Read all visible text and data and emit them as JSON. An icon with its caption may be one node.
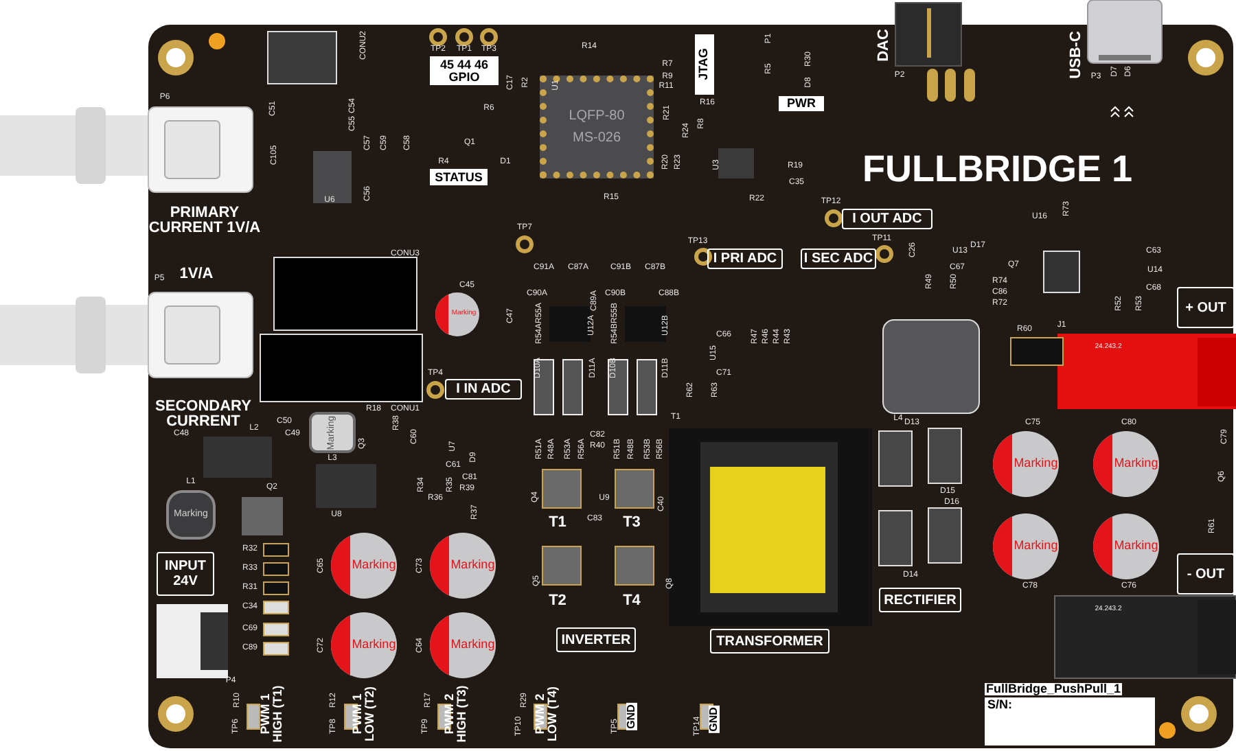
{
  "diagram": {
    "title": "FULLBRIDGE 1",
    "nodes": [
      {
        "text": [
          "45 44 46",
          "GPIO"
        ]
      },
      {
        "text": [
          "STATUS"
        ]
      },
      {
        "text": [
          "JTAG"
        ]
      },
      {
        "text": [
          "PWR"
        ]
      },
      {
        "text": [
          "LQFP-80 MS-026"
        ]
      },
      {
        "text": [
          "I OUT ADC"
        ]
      },
      {
        "text": [
          "I PRI ADC"
        ]
      },
      {
        "text": [
          "I SEC ADC"
        ]
      },
      {
        "text": [
          "I IN ADC"
        ]
      },
      {
        "text": [
          "+ OUT"
        ]
      },
      {
        "text": [
          "- OUT"
        ]
      },
      {
        "text": [
          "INPUT 24V"
        ]
      },
      {
        "text": [
          "INVERTER"
        ]
      },
      {
        "text": [
          "TRANSFORMER"
        ]
      },
      {
        "text": [
          "RECTIFIER"
        ]
      },
      {
        "text": [
          "S/N:"
        ]
      },
      {
        "text": [
          "Marking"
        ]
      },
      {
        "text": [
          "Marking"
        ]
      },
      {
        "text": [
          "Marking"
        ]
      },
      {
        "text": [
          "Marking"
        ]
      },
      {
        "text": [
          "Marking"
        ]
      },
      {
        "text": [
          "Marking"
        ]
      },
      {
        "text": [
          "Marking"
        ]
      },
      {
        "text": [
          "Marking"
        ]
      },
      {
        "text": [
          "Marking"
        ]
      },
      {
        "text": [
          "Marking"
        ]
      },
      {
        "text": [
          "Marking"
        ]
      },
      {
        "text": [],
        "shape": "box"
      },
      {
        "text": [],
        "shape": "box"
      }
    ],
    "labels": [
      "CONU2",
      "TP2",
      "TP1",
      "TP3",
      "P6",
      "C51",
      "C54",
      "C55",
      "C105",
      "U6",
      "C57",
      "C59",
      "C58",
      "C56",
      "C17",
      "R2",
      "R6",
      "Q1",
      "R4",
      "D1",
      "R14",
      "U1",
      "R7",
      "R9",
      "R11",
      "R16",
      "R21",
      "R24",
      "R8",
      "R20",
      "R23",
      "R15",
      "TP7",
      "TP13",
      "CONU3",
      "C91A",
      "C87A",
      "C91B",
      "C87B",
      "P1",
      "R5",
      "R30",
      "D8",
      "P2",
      "P3",
      "D7",
      "D6",
      "U3",
      "R19",
      "C35",
      "R22",
      "TP12",
      "TP11",
      "C26",
      "U13",
      "C67",
      "R49",
      "R50",
      "D17",
      "R74",
      "C86",
      "R72",
      "Q7",
      "U16",
      "R73",
      "C63",
      "U14",
      "C68",
      "R52",
      "R53",
      "P5",
      "C45",
      "C47",
      "C90A",
      "C89A",
      "C90B",
      "C88B",
      "R54A",
      "R55A",
      "U12A",
      "R54B",
      "R55B",
      "U12B",
      "D10A",
      "D11A",
      "D10B",
      "D11B",
      "TP4",
      "CONU1",
      "C50",
      "C48",
      "L2",
      "C49",
      "L3",
      "R18",
      "R38",
      "Q3",
      "C60",
      "U7",
      "D9",
      "C61",
      "C81",
      "R39",
      "R34",
      "R35",
      "R36",
      "R37",
      "R51A",
      "R48A",
      "R53A",
      "R56A",
      "C82",
      "R40",
      "R51B",
      "R48B",
      "R53B",
      "R56B",
      "T1",
      "U8",
      "U9",
      "Q4",
      "C40",
      "L1",
      "Q2",
      "C83",
      "C66",
      "U15",
      "C71",
      "R62",
      "R63",
      "R47",
      "R46",
      "R44",
      "R43",
      "R60",
      "J1",
      "L4",
      "C75",
      "C80",
      "C79",
      "D13",
      "D15",
      "D16",
      "Q6",
      "R61",
      "R32",
      "R33",
      "R31",
      "C34",
      "C69",
      "C89",
      "C65",
      "C73",
      "C72",
      "C64",
      "Q5",
      "Q8",
      "P4",
      "R10",
      "TP6",
      "R12",
      "TP8",
      "R17",
      "TP9",
      "R29",
      "TP10",
      "TP5",
      "TP14",
      "D14",
      "C78",
      "C76",
      "PRIMARY CURRENT 1V/A",
      "1V/A",
      "SECONDARY CURRENT",
      "DAC",
      "USB-C",
      "T1",
      "T3",
      "T2",
      "T4",
      "PWM 1 HIGH (T1)",
      "PWM 1 LOW (T2)",
      "PWM 2 HIGH (T3)",
      "PWM 2 LOW (T4)",
      "GND",
      "GND",
      "24.243.2",
      "24.243.2",
      "FullBridge_PushPull_1"
    ]
  }
}
